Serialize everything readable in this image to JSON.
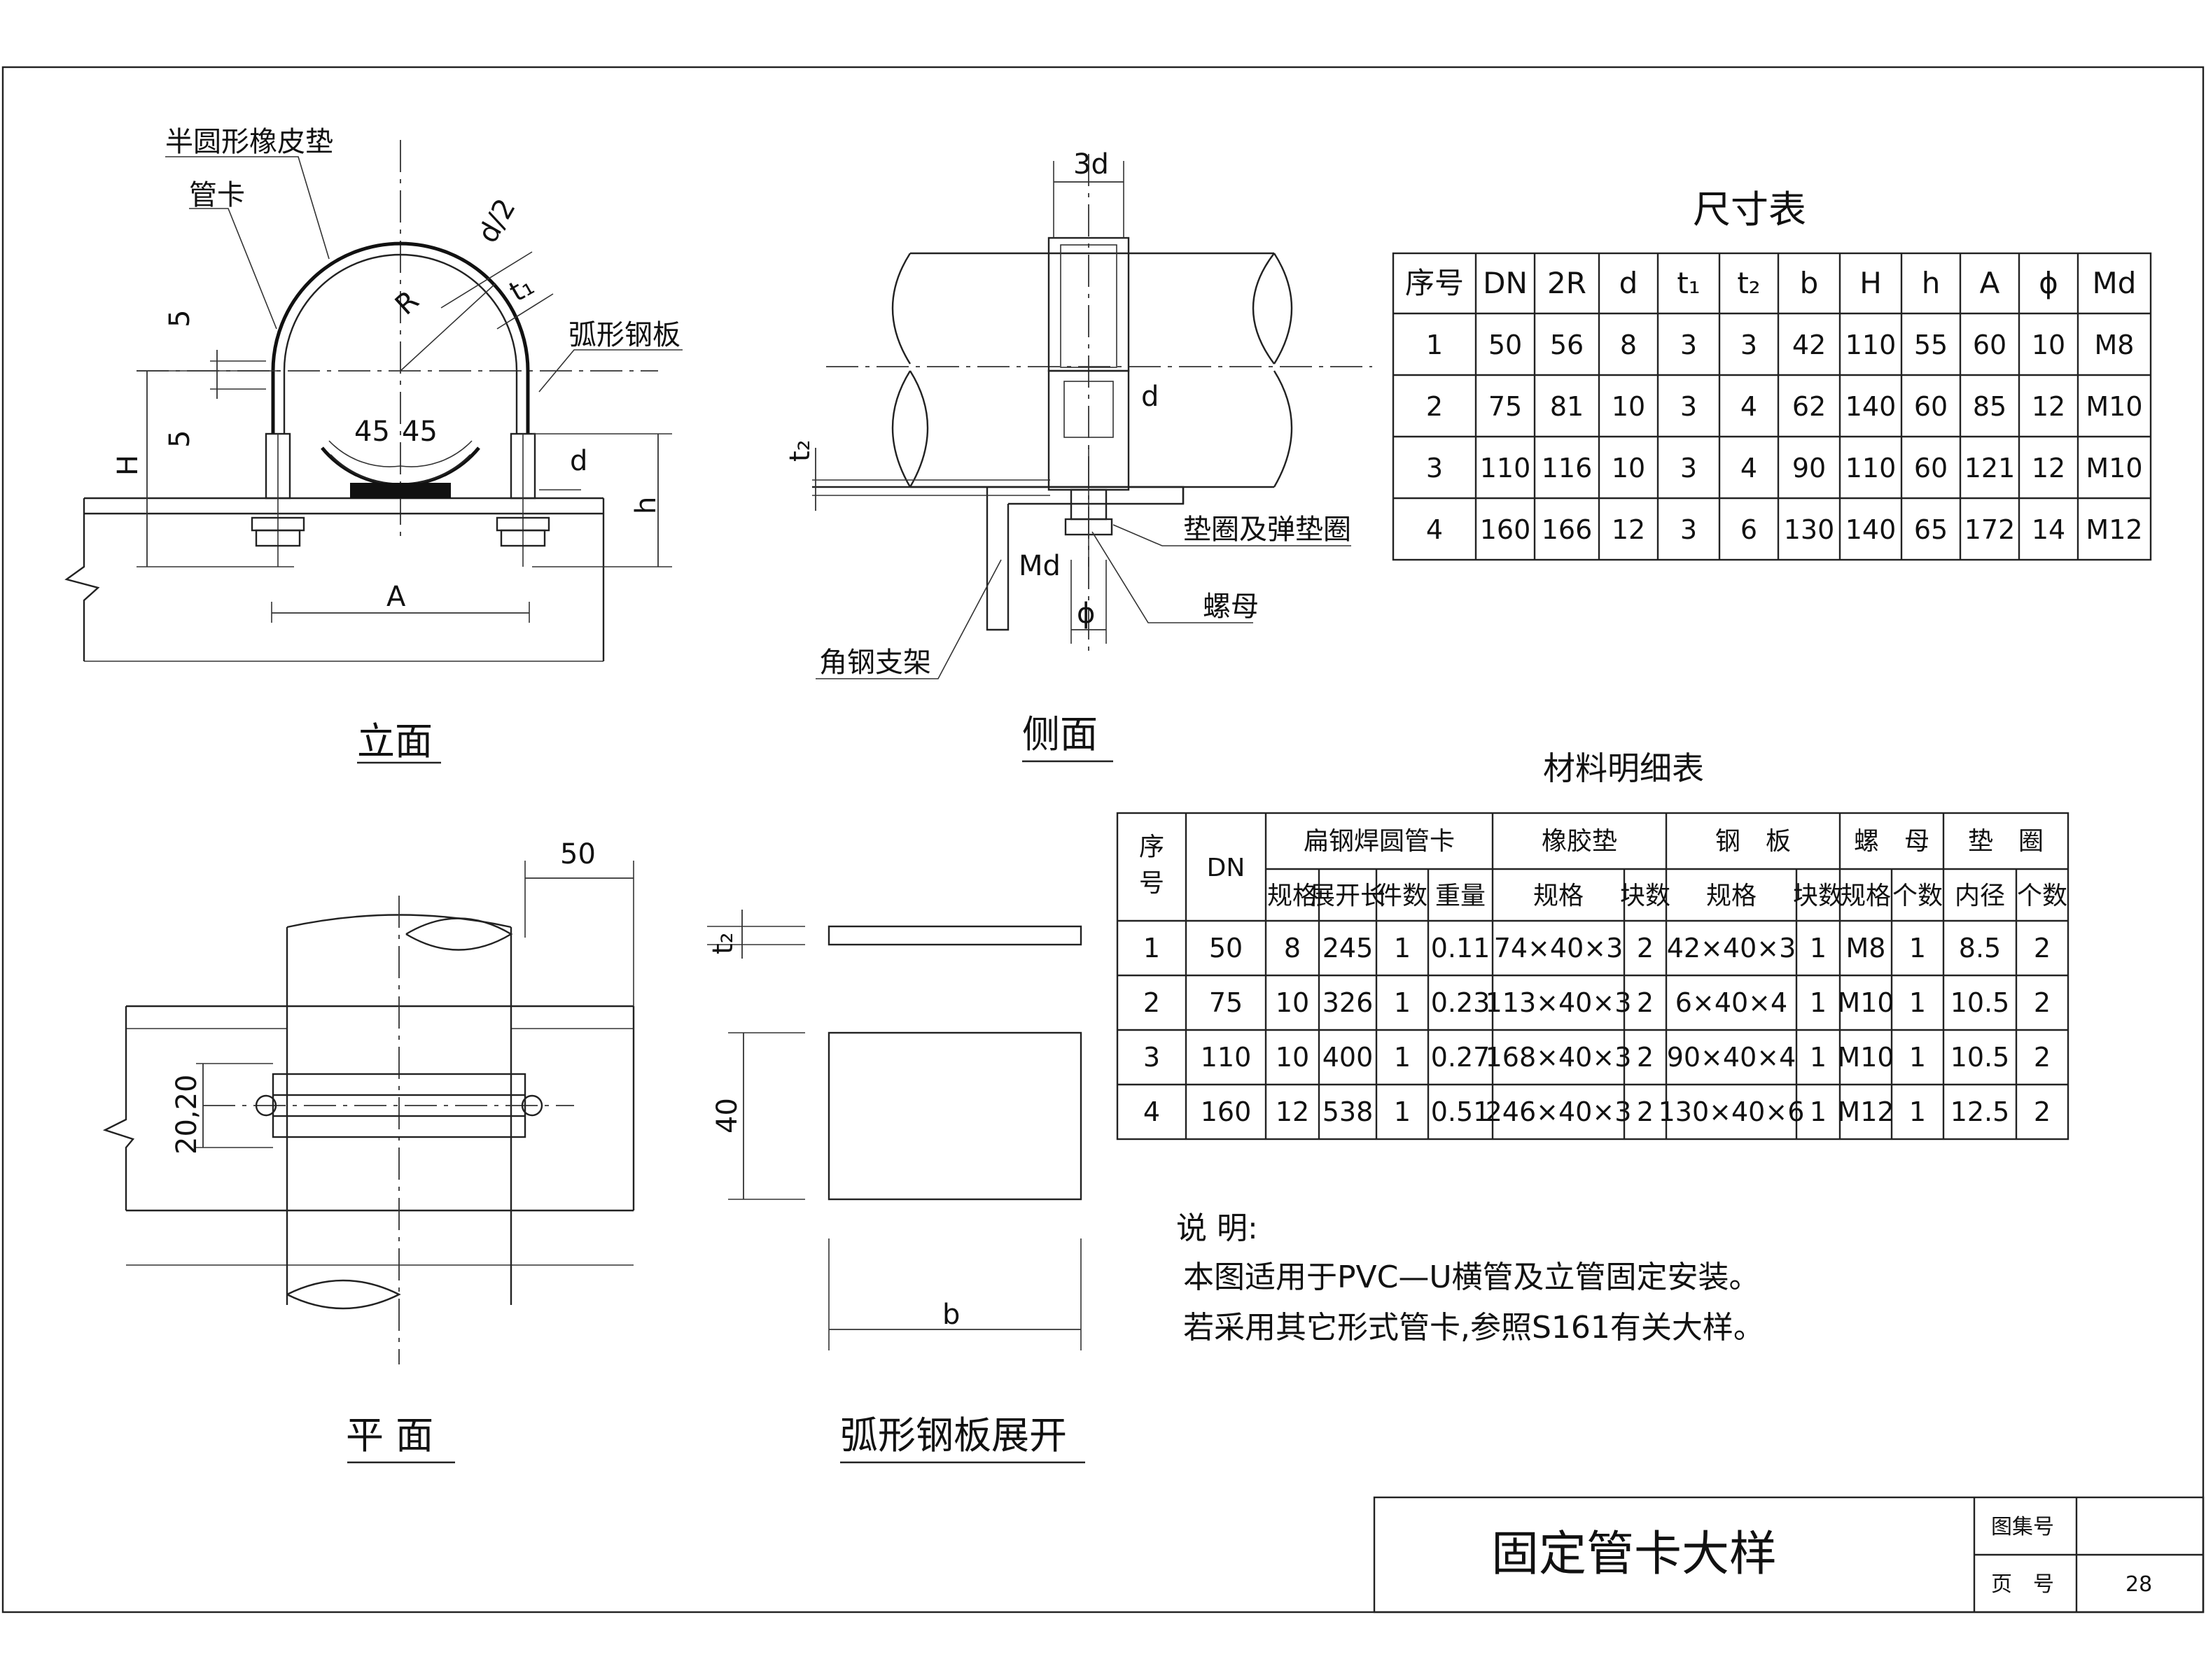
{
  "elevation": {
    "title": "立面",
    "labels": {
      "rubber_pad": "半圆形橡皮垫",
      "clamp": "管卡",
      "arc_plate": "弧形钢板"
    },
    "dims": {
      "gap_top": "5",
      "gap_bottom": "5",
      "H": "H",
      "R": "R",
      "d_half": "d/2",
      "t1": "t₁",
      "angle_left": "45",
      "angle_right": "45",
      "d": "d",
      "h": "h",
      "A": "A"
    }
  },
  "side": {
    "title": "侧面",
    "labels": {
      "washer": "垫圈及弹垫圈",
      "nut": "螺母",
      "angle_bracket": "角钢支架"
    },
    "dims": {
      "w3d": "3d",
      "d": "d",
      "t2": "t₂",
      "Md": "Md",
      "phi": "ϕ"
    }
  },
  "plan": {
    "title": "平  面",
    "dims": {
      "top": "50",
      "spacing": "20,20"
    }
  },
  "unfold": {
    "title": "弧形钢板展开",
    "dims": {
      "t2": "t₂",
      "width": "40",
      "b": "b"
    }
  },
  "size_table": {
    "title": "尺寸表",
    "headers": [
      "序号",
      "DN",
      "2R",
      "d",
      "t₁",
      "t₂",
      "b",
      "H",
      "h",
      "A",
      "ϕ",
      "Md"
    ],
    "rows": [
      [
        "1",
        "50",
        "56",
        "8",
        "3",
        "3",
        "42",
        "110",
        "55",
        "60",
        "10",
        "M8"
      ],
      [
        "2",
        "75",
        "81",
        "10",
        "3",
        "4",
        "62",
        "140",
        "60",
        "85",
        "12",
        "M10"
      ],
      [
        "3",
        "110",
        "116",
        "10",
        "3",
        "4",
        "90",
        "110",
        "60",
        "121",
        "12",
        "M10"
      ],
      [
        "4",
        "160",
        "166",
        "12",
        "3",
        "6",
        "130",
        "140",
        "65",
        "172",
        "14",
        "M12"
      ]
    ]
  },
  "material_table": {
    "title": "材料明细表",
    "group_headers": {
      "no": "序\n号",
      "dn": "DN",
      "clamp": "扁钢焊圆管卡",
      "rubber": "橡胶垫",
      "plate": "钢　板",
      "nut": "螺　母",
      "washer": "垫　圈"
    },
    "sub_headers": [
      "规格",
      "展开长",
      "件数",
      "重量",
      "规格",
      "块数",
      "规格",
      "块数",
      "规格",
      "个数",
      "内径",
      "个数"
    ],
    "rows": [
      [
        "1",
        "50",
        "8",
        "245",
        "1",
        "0.11",
        "74×40×3",
        "2",
        "42×40×3",
        "1",
        "M8",
        "1",
        "8.5",
        "2"
      ],
      [
        "2",
        "75",
        "10",
        "326",
        "1",
        "0.23",
        "113×40×3",
        "2",
        "6×40×4",
        "1",
        "M10",
        "1",
        "10.5",
        "2"
      ],
      [
        "3",
        "110",
        "10",
        "400",
        "1",
        "0.27",
        "168×40×3",
        "2",
        "90×40×4",
        "1",
        "M10",
        "1",
        "10.5",
        "2"
      ],
      [
        "4",
        "160",
        "12",
        "538",
        "1",
        "0.51",
        "246×40×3",
        "2",
        "130×40×6",
        "1",
        "M12",
        "1",
        "12.5",
        "2"
      ]
    ]
  },
  "notes": {
    "heading": "说  明:",
    "lines": [
      "本图适用于PVC—U横管及立管固定安装。",
      "若采用其它形式管卡,参照S161有关大样。"
    ]
  },
  "title_block": {
    "drawing_title": "固定管卡大样",
    "atlas_label": "图集号",
    "atlas_value": "",
    "page_label": "页　号",
    "page_value": "28"
  }
}
